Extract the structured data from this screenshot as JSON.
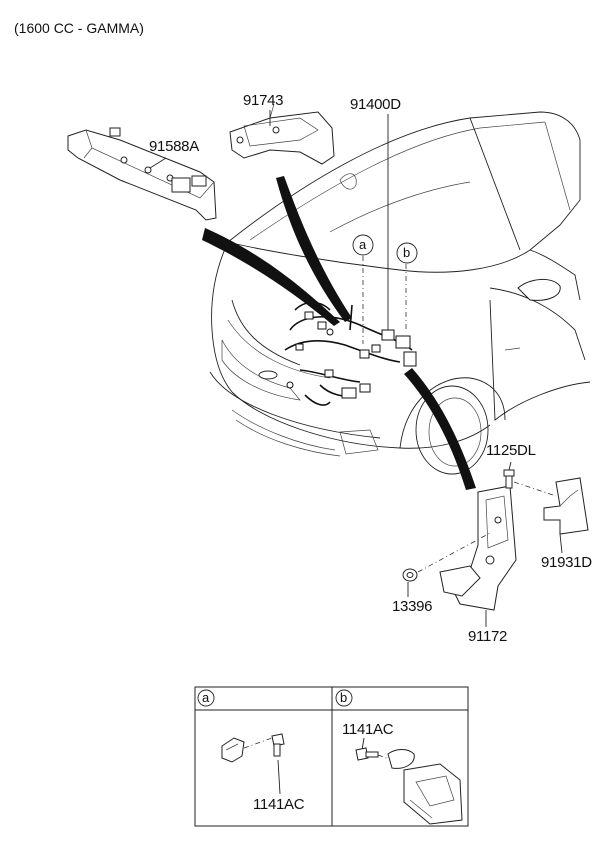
{
  "variant": "(1600 CC - GAMMA)",
  "parts": {
    "p91743": "91743",
    "p91400D": "91400D",
    "p91588A": "91588A",
    "p1125DL": "1125DL",
    "p91931D": "91931D",
    "p13396": "13396",
    "p91172": "91172"
  },
  "callouts": {
    "a": "a",
    "b": "b"
  },
  "detail_table": {
    "header_a": "a",
    "header_b": "b",
    "cell_a_part": "1141AC",
    "cell_b_part": "1141AC"
  }
}
